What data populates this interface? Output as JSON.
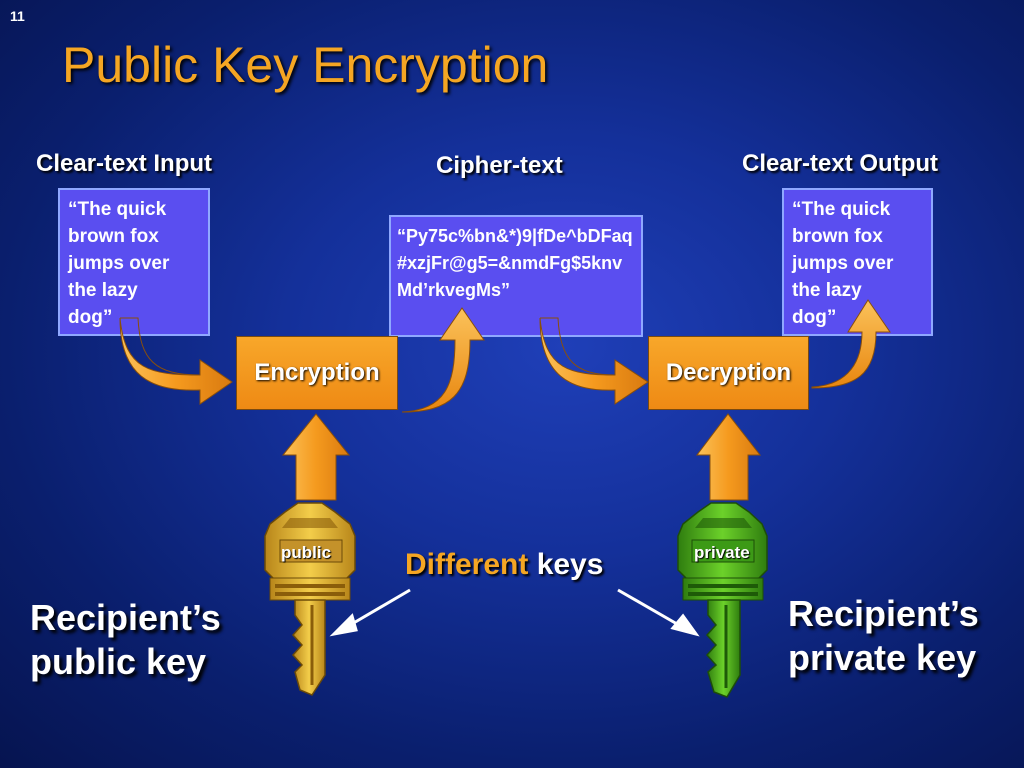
{
  "slide_number": "11",
  "title": "Public Key Encryption",
  "headers": {
    "input": "Clear-text Input",
    "cipher": "Cipher-text",
    "output": "Clear-text Output"
  },
  "input_text": "“The quick\nbrown fox\njumps over\nthe lazy\ndog”",
  "cipher_text": "“Py75c%bn&*)9|fDe^bDFaq#xzjFr@g5=&nmdFg$5knvMd’rkvegMs”",
  "output_text": "“The quick\nbrown fox\njumps over\nthe lazy\ndog”",
  "process": {
    "encryption": "Encryption",
    "decryption": "Decryption"
  },
  "keys": {
    "public_label": "public",
    "private_label": "private"
  },
  "different_keys": {
    "highlight": "Different",
    "rest": "keys"
  },
  "captions": {
    "public": "Recipient’s\npublic key",
    "private": "Recipient’s\nprivate key"
  },
  "colors": {
    "title": "#f5a623",
    "orange": "#f7a12a",
    "green": "#4caf1f",
    "gold": "#e0a828",
    "box_blue": "#5a4ef0"
  }
}
